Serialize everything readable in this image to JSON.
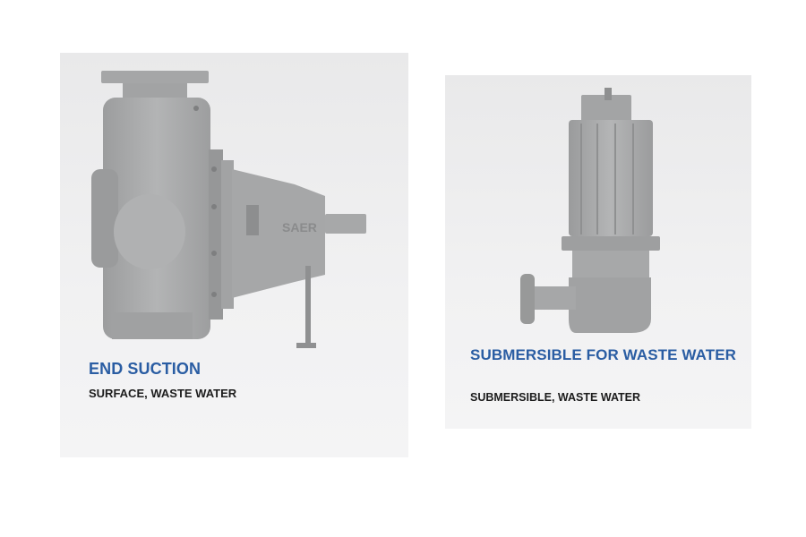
{
  "products": [
    {
      "title": "END SUCTION",
      "subtitle": "SURFACE, WASTE WATER",
      "image_name": "end-suction-pump-image",
      "brand_mark": "SAER"
    },
    {
      "title": "SUBMERSIBLE FOR WASTE WATER",
      "subtitle": "SUBMERSIBLE, WASTE WATER",
      "image_name": "submersible-pump-image"
    }
  ],
  "colors": {
    "title": "#2a5da3",
    "subtitle": "#1c1c1c",
    "card_bg": "#efeff0",
    "pump_body": "#a9aaab"
  }
}
